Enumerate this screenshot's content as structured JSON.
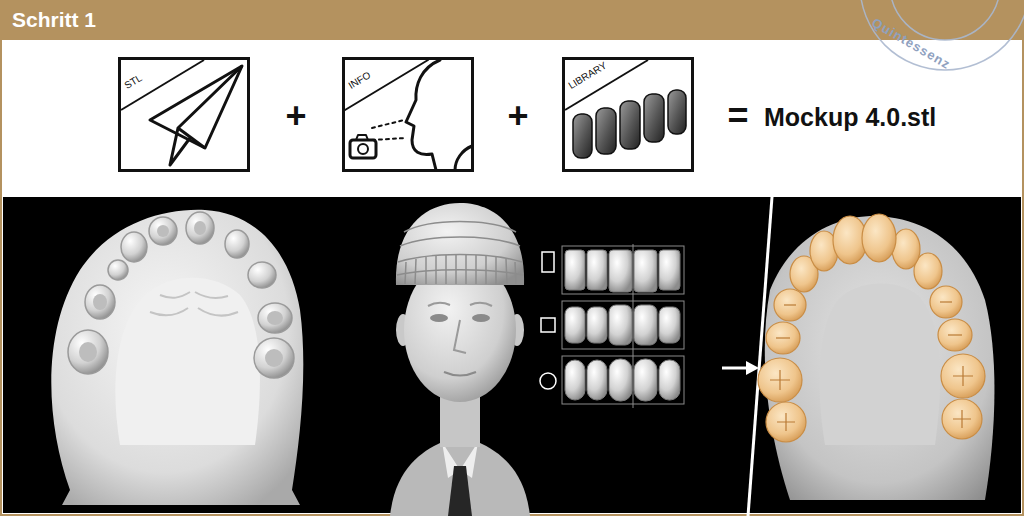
{
  "diagram": {
    "title": "Schritt 1",
    "nodes": [
      {
        "text": [
          "STL"
        ]
      },
      {
        "text": [
          "INFO"
        ]
      },
      {
        "text": [
          "LIBRARY"
        ]
      }
    ],
    "labels": [
      "+",
      "+",
      "=",
      "Mockup 4.0.stl",
      "Quintessenz"
    ]
  }
}
